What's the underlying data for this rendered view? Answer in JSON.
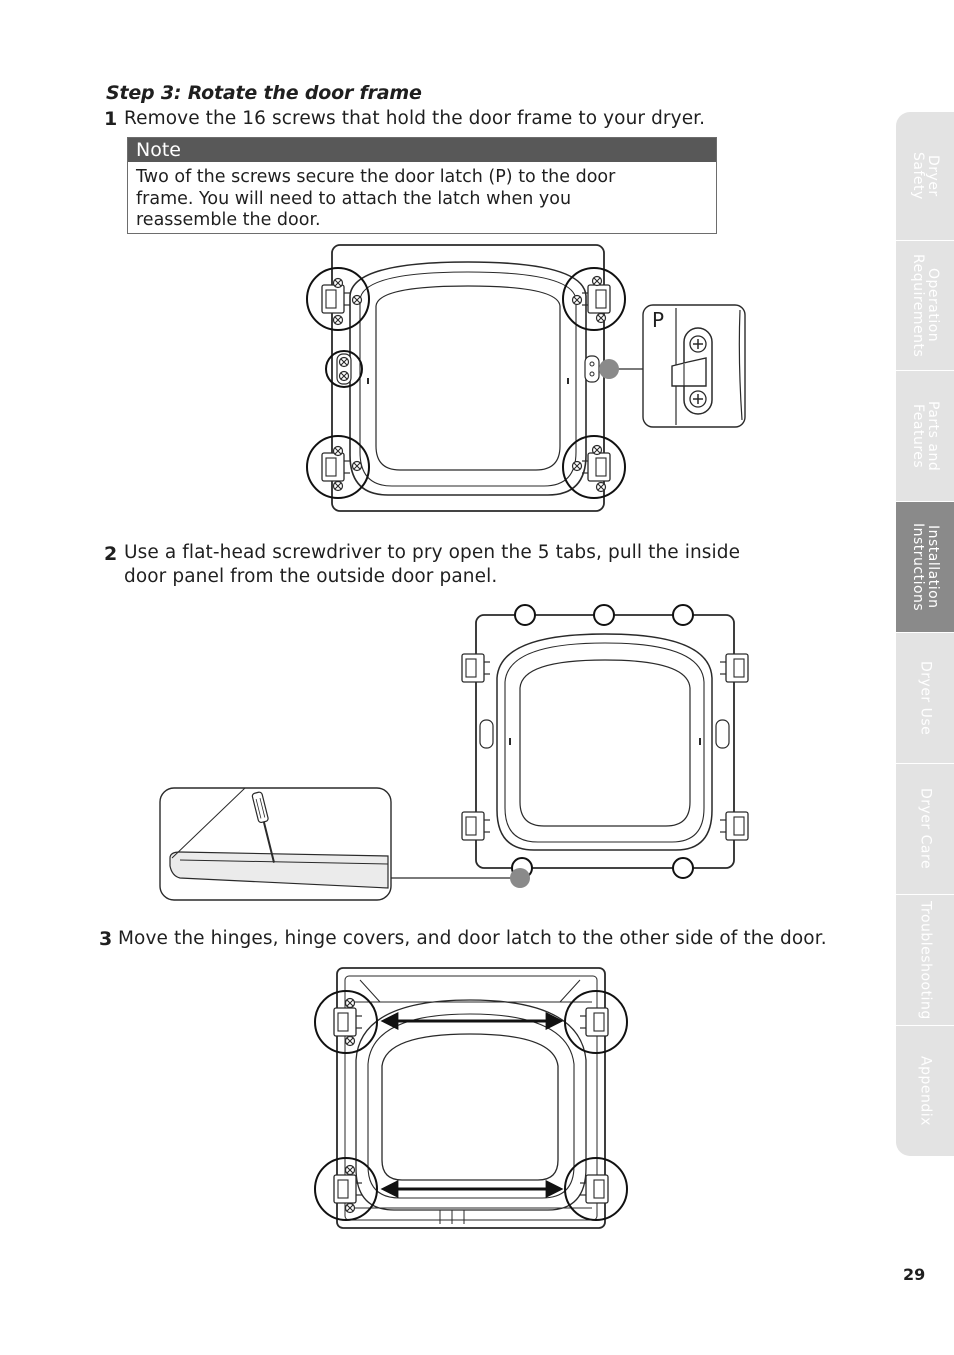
{
  "step": {
    "title": "Step 3: Rotate the door frame"
  },
  "items": [
    {
      "num": "1",
      "text": "Remove the 16 screws that hold the door frame to your dryer."
    },
    {
      "num": "2",
      "line1": "Use a flat-head screwdriver to pry open the 5 tabs, pull the inside",
      "line2": "door panel from the outside door panel."
    },
    {
      "num": "3",
      "text": "Move the hinges, hinge covers, and door latch to the other side of the door."
    }
  ],
  "note": {
    "heading": "Note",
    "line1": "Two of the screws secure the door latch (P) to the door",
    "line2": "frame. You will need to attach the latch when you",
    "line3": "reassemble the door."
  },
  "figure1": {
    "callout_label": "P"
  },
  "sidebar": {
    "tabs": [
      {
        "label": "Dryer\nSafety",
        "active": false
      },
      {
        "label": "Operation\nRequirements",
        "active": false
      },
      {
        "label": "Parts and\nFeatures",
        "active": false
      },
      {
        "label": "Installation\nInstructions",
        "active": true
      },
      {
        "label": "Dryer Use",
        "active": false
      },
      {
        "label": "Dryer Care",
        "active": false
      },
      {
        "label": "Troubleshooting",
        "active": false
      },
      {
        "label": "Appendix",
        "active": false
      }
    ]
  },
  "page_number": "29",
  "colors": {
    "sidebar_bg": "#e3e3e3",
    "sidebar_active": "#8a8a8a",
    "note_header": "#585858",
    "callout_dot": "#8a8a8a",
    "line_art": "#2a2a2a"
  }
}
